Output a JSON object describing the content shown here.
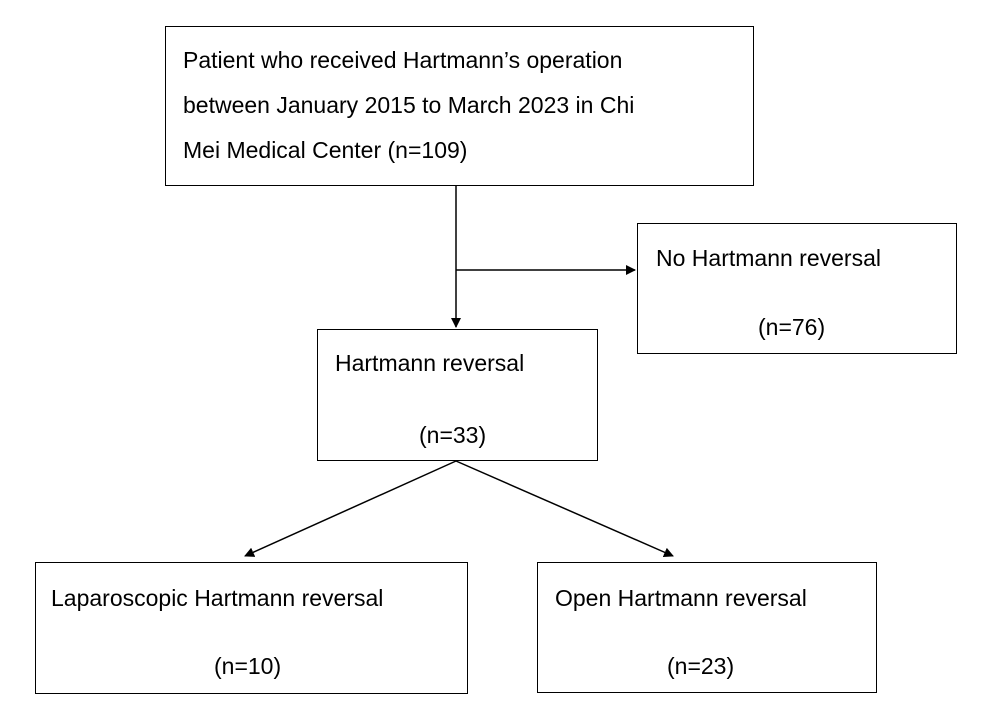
{
  "flowchart": {
    "top_box": {
      "line1": "Patient who received Hartmann’s operation",
      "line2": "between January 2015 to March 2023 in Chi",
      "line3": "Mei Medical Center (n=109)"
    },
    "no_reversal_box": {
      "title": "No Hartmann reversal",
      "count": "(n=76)"
    },
    "reversal_box": {
      "title": "Hartmann reversal",
      "count": "(n=33)"
    },
    "laparoscopic_box": {
      "title": "Laparoscopic Hartmann reversal",
      "count": "(n=10)"
    },
    "open_box": {
      "title": "Open Hartmann reversal",
      "count": "(n=23)"
    },
    "line_color": "#000000",
    "background_color": "#ffffff"
  }
}
